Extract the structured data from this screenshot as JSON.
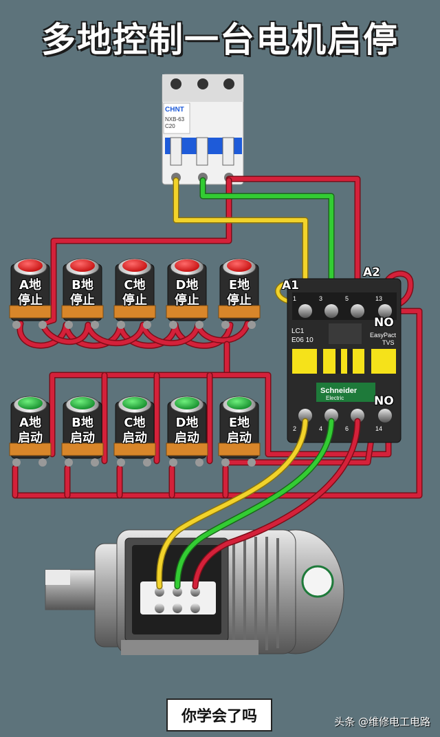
{
  "title": "多地控制一台电机启停",
  "breaker": {
    "brand": "CHNT",
    "model": "NXB-63",
    "rating": "C20"
  },
  "contactor": {
    "terminal_a1": "A1",
    "terminal_a2": "A2",
    "no_top": "NO",
    "no_bottom": "NO",
    "model_line1": "LC1",
    "model_line2": "E06 10",
    "series": "EasyPact",
    "series2": "TVS",
    "brand": "Schneider",
    "brand2": "Electric",
    "top_terminals": [
      "1",
      "3",
      "5",
      "13"
    ],
    "bottom_terminals": [
      "2",
      "4",
      "6",
      "14"
    ]
  },
  "stop_buttons": [
    {
      "label_top": "A地",
      "label_bottom": "停止"
    },
    {
      "label_top": "B地",
      "label_bottom": "停止"
    },
    {
      "label_top": "C地",
      "label_bottom": "停止"
    },
    {
      "label_top": "D地",
      "label_bottom": "停止"
    },
    {
      "label_top": "E地",
      "label_bottom": "停止"
    }
  ],
  "start_buttons": [
    {
      "label_top": "A地",
      "label_bottom": "启动"
    },
    {
      "label_top": "B地",
      "label_bottom": "启动"
    },
    {
      "label_top": "C地",
      "label_bottom": "启动"
    },
    {
      "label_top": "D地",
      "label_bottom": "启动"
    },
    {
      "label_top": "E地",
      "label_bottom": "启动"
    }
  ],
  "colors": {
    "red_wire": "#d4213a",
    "yellow_wire": "#f2d32a",
    "green_wire": "#33cc33",
    "stop_cap": "#e11b1b",
    "start_cap": "#1fae3b",
    "background": "#5d737b"
  },
  "bottom_caption": "你学会了吗",
  "watermark": "头条 @维修电工电路"
}
